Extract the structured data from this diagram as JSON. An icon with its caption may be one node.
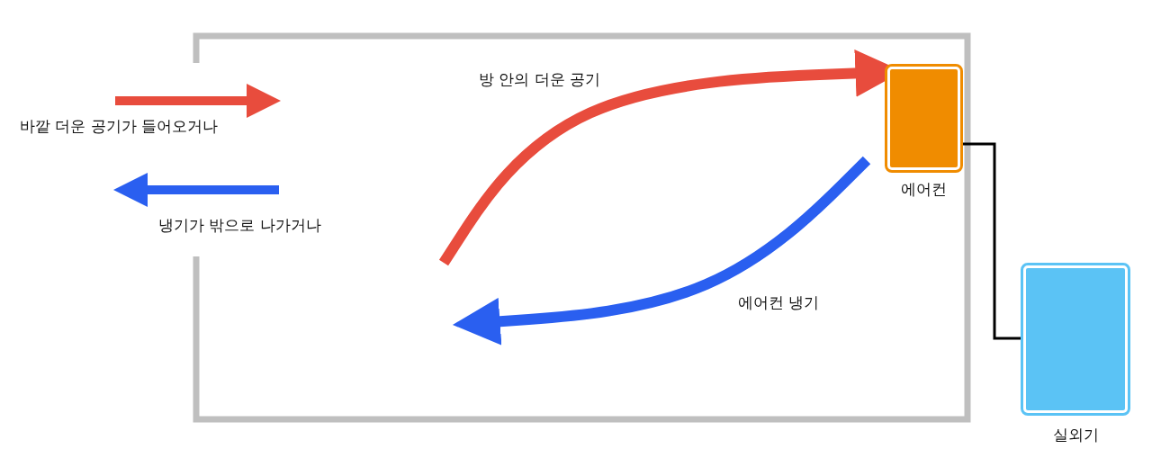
{
  "diagram": {
    "nodes": [
      {
        "text": [],
        "shape": "box",
        "beside": [
          "에어컨"
        ]
      },
      {
        "text": [],
        "shape": "box",
        "beside": [
          "실외기"
        ]
      }
    ],
    "edges": [
      {
        "from": null,
        "to": 0,
        "arrow": "to",
        "label": "방 안의 더운 공기",
        "color": "#e84c3d"
      },
      {
        "from": 0,
        "to": null,
        "arrow": "to",
        "label": "에어컨 냉기",
        "color": "#2a5ff0"
      },
      {
        "from": 0,
        "to": 1,
        "arrow": "none",
        "color": "#000000"
      }
    ],
    "labels": [
      "바깥 더운 공기가 들어오거나",
      "냉기가 밖으로 나가거나"
    ]
  }
}
